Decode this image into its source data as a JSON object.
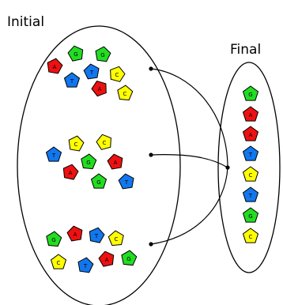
{
  "labels": {
    "initial": "Initial",
    "final": "Final"
  },
  "colors": {
    "A": "#ee1111",
    "G": "#22dd22",
    "C": "#ffff00",
    "T": "#1177ee",
    "outline": "#000000"
  },
  "initial_groups": [
    [
      "A",
      "G",
      "G",
      "T",
      "C",
      "T",
      "A",
      "C"
    ],
    [
      "C",
      "C",
      "T",
      "G",
      "A",
      "A",
      "G",
      "T"
    ],
    [
      "G",
      "A",
      "T",
      "C",
      "C",
      "T",
      "A",
      "G"
    ]
  ],
  "final_sequence": [
    "G",
    "A",
    "A",
    "T",
    "C",
    "T",
    "G",
    "C"
  ]
}
